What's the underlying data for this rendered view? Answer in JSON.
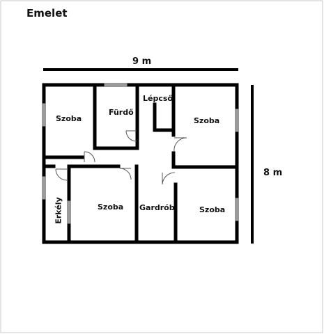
{
  "diagram": {
    "title": "Emelet",
    "dimensions": {
      "width": "9 m",
      "height": "8 m"
    },
    "rooms": {
      "szoba_topleft": "Szoba",
      "furdo": "Fürdő",
      "lepcso": "Lépcső",
      "szoba_topright": "Szoba",
      "erkely": "Erkély",
      "szoba_mid": "Szoba",
      "gardrob": "Gardrób",
      "szoba_bottomright": "Szoba"
    },
    "colors": {
      "walls": "#000000",
      "windows": "#9a9a9a",
      "frame": "#c8c8c8"
    }
  }
}
